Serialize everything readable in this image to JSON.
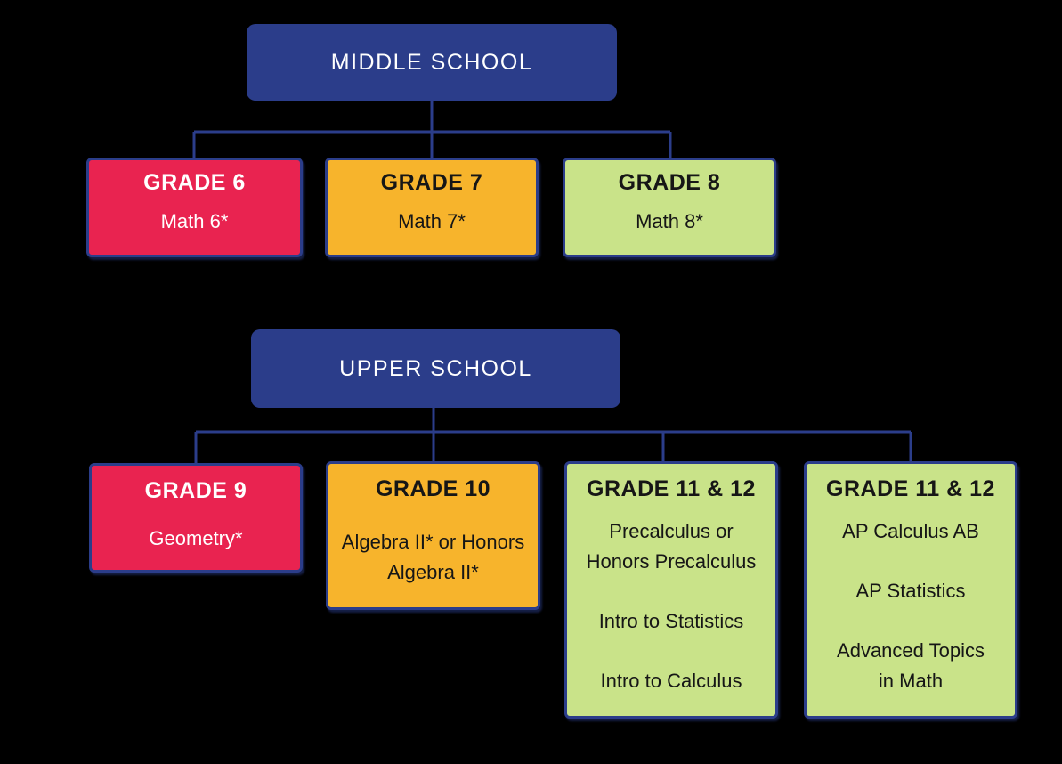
{
  "palette": {
    "background": "#000000",
    "blue": "#2b3d8a",
    "red": "#e92350",
    "orange": "#f7b42c",
    "green": "#c9e389",
    "text_light": "#ffffff",
    "text_dark": "#161616"
  },
  "sections": [
    {
      "id": "middle-school",
      "header": "MIDDLE SCHOOL",
      "grades": [
        {
          "title": "GRADE 6",
          "color": "red",
          "courses": [
            "Math 6*"
          ]
        },
        {
          "title": "GRADE 7",
          "color": "orange",
          "courses": [
            "Math 7*"
          ]
        },
        {
          "title": "GRADE 8",
          "color": "green",
          "courses": [
            "Math 8*"
          ]
        }
      ]
    },
    {
      "id": "upper-school",
      "header": "UPPER SCHOOL",
      "grades": [
        {
          "title": "GRADE 9",
          "color": "red",
          "courses": [
            "Geometry*"
          ]
        },
        {
          "title": "GRADE 10",
          "color": "orange",
          "courses": [
            "Algebra II* or Honors\nAlgebra II*"
          ]
        },
        {
          "title": "GRADE 11 & 12",
          "color": "green",
          "courses": [
            "Precalculus or\nHonors Precalculus",
            "Intro to Statistics",
            "Intro to Calculus"
          ]
        },
        {
          "title": "GRADE 11 & 12",
          "color": "green",
          "courses": [
            "AP Calculus AB",
            "AP Statistics",
            "Advanced Topics\nin Math"
          ]
        }
      ]
    }
  ]
}
